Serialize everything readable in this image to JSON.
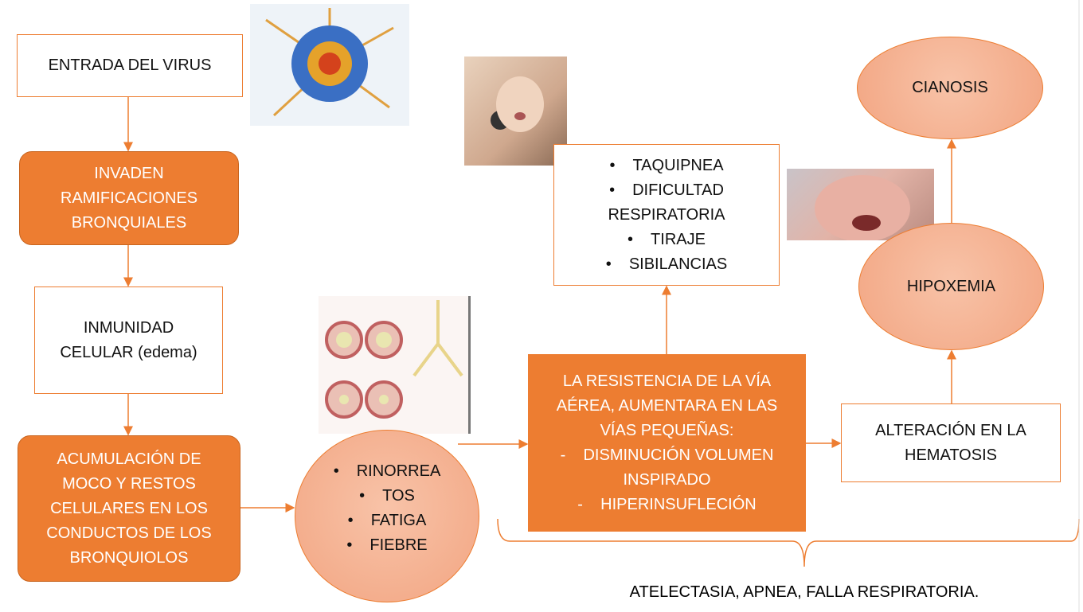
{
  "nodes": {
    "entrada": "ENTRADA DEL VIRUS",
    "invaden": [
      "INVADEN",
      "RAMIFICACIONES",
      "BRONQUIALES"
    ],
    "inmunidad": [
      "INMUNIDAD",
      "CELULAR (edema)"
    ],
    "acumulacion": [
      "ACUMULACIÓN DE",
      "MOCO Y RESTOS",
      "CELULARES EN LOS",
      "CONDUCTOS DE LOS",
      "BRONQUIOLOS"
    ],
    "sintomas": [
      "RINORREA",
      "TOS",
      "FATIGA",
      "FIEBRE"
    ],
    "resistencia": [
      "LA RESISTENCIA DE LA VÍA",
      "AÉREA, AUMENTARA EN LAS",
      "VÍAS PEQUEÑAS:",
      "-    DISMINUCIÓN VOLUMEN",
      "INSPIRADO",
      "-    HIPERINSUFLECIÓN"
    ],
    "signos": [
      "TAQUIPNEA",
      "DIFICULTAD RESPIRATORIA",
      "TIRAJE",
      "SIBILANCIAS"
    ],
    "alteracion": [
      "ALTERACIÓN EN LA",
      "HEMATOSIS"
    ],
    "hipoxemia": "HIPOXEMIA",
    "cianosis": "CIANOSIS",
    "complicaciones": "ATELECTASIA, APNEA, FALLA RESPIRATORIA."
  },
  "colors": {
    "accent": "#ed7d31",
    "peach": "#f4b08f"
  }
}
